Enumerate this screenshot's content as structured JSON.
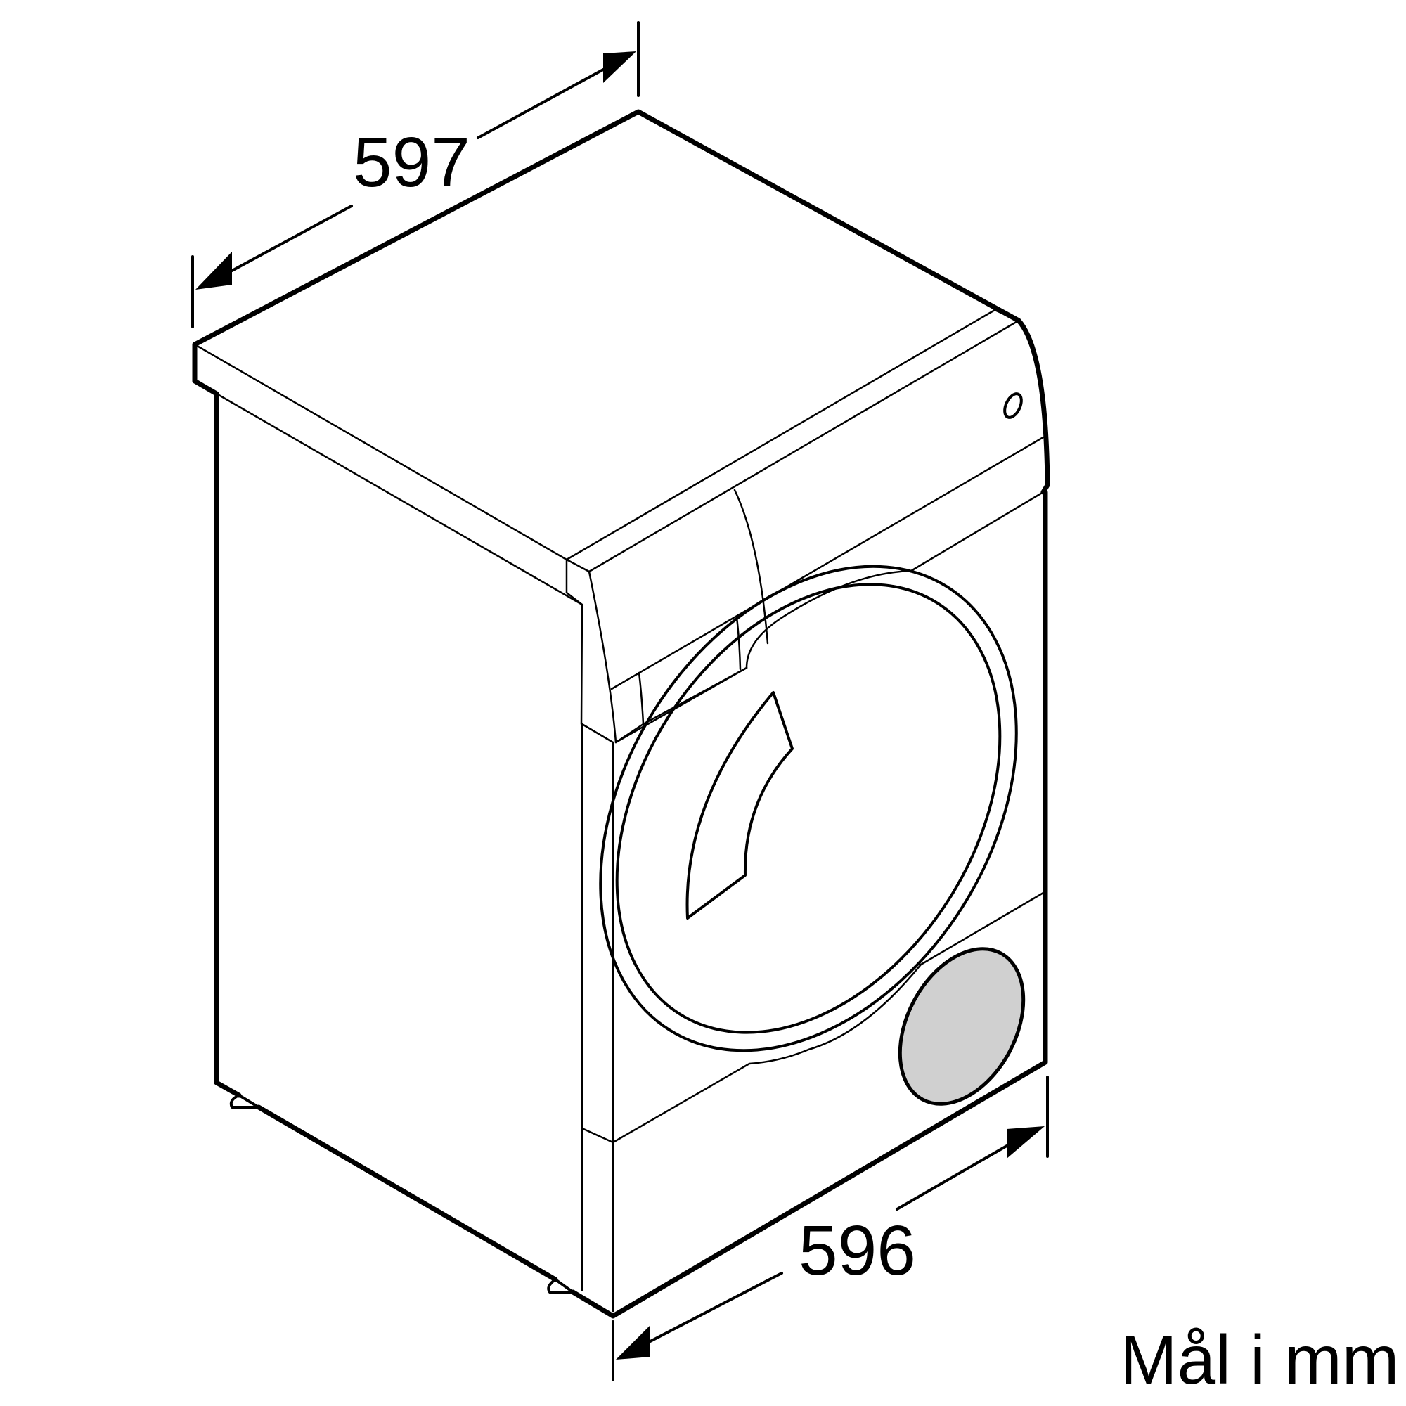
{
  "diagram": {
    "subject": "Front-loading appliance dimension drawing",
    "dimensions": {
      "depth": {
        "value": "597",
        "axis": "depth"
      },
      "width": {
        "value": "596",
        "axis": "width"
      }
    },
    "unit_label": "Mål i mm",
    "colors": {
      "line": "#000000",
      "filter_fill": "#d0d0d0",
      "background": "#ffffff"
    }
  }
}
